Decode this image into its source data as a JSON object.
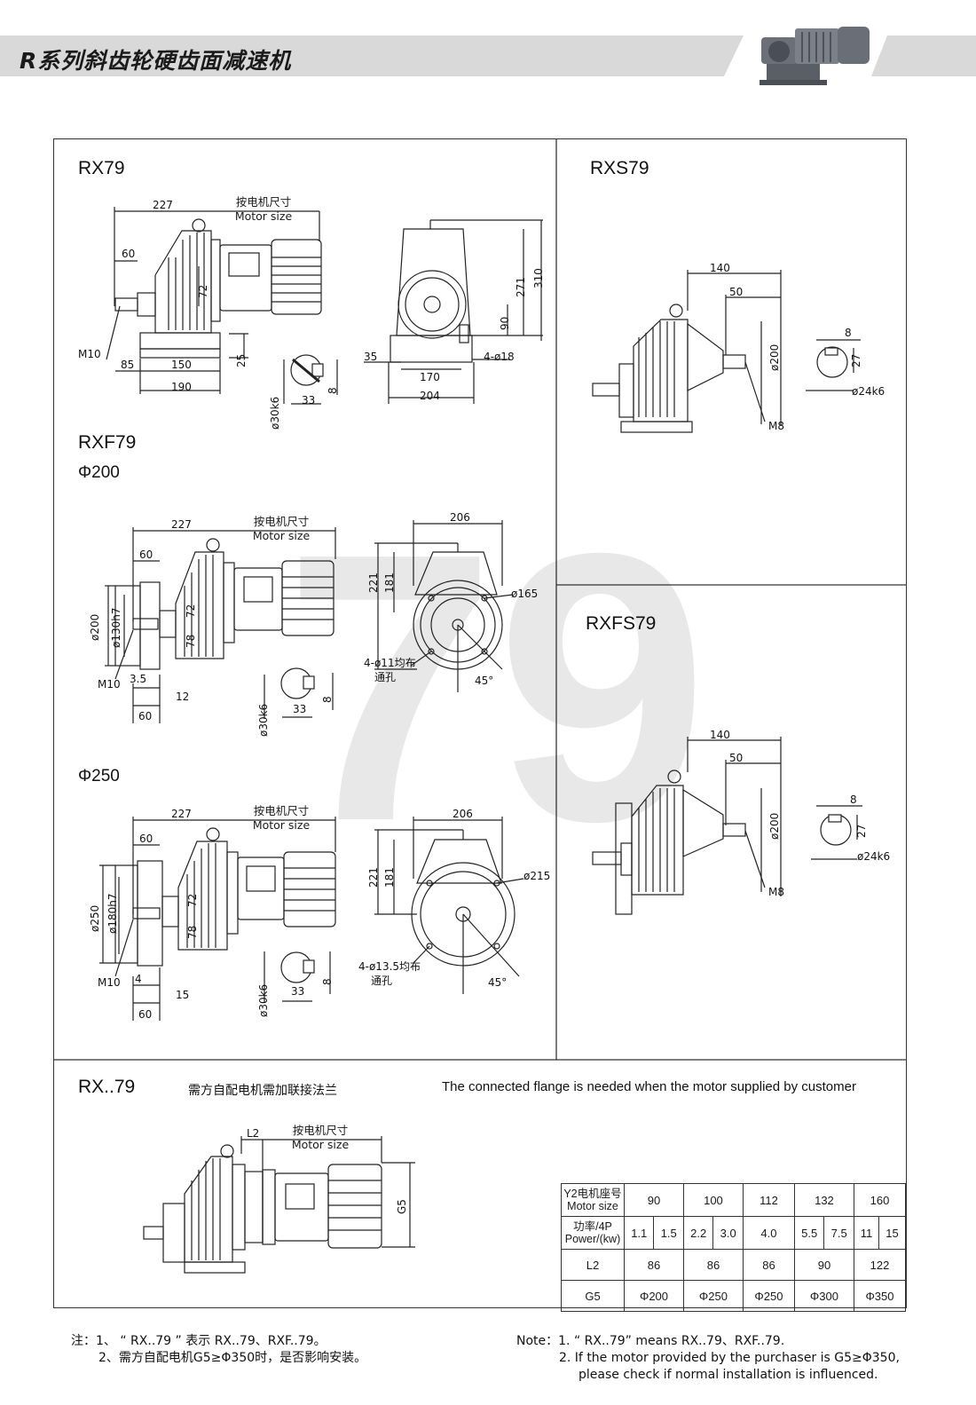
{
  "header": {
    "title": "R系列斜齿轮硬齿面减速机"
  },
  "watermark": {
    "digits": "79"
  },
  "panels": {
    "rx79": {
      "label": "RX79",
      "motor_size_cn": "按电机尺寸",
      "motor_size_en": "Motor size",
      "dims": {
        "d227": "227",
        "d60": "60",
        "d72": "72",
        "m10": "M10",
        "d85": "85",
        "d150": "150",
        "d190": "190",
        "d25": "25",
        "d33": "33",
        "d8": "8",
        "shaft": "ø30k6",
        "d271": "271",
        "d310": "310",
        "d90": "90",
        "d35": "35",
        "d170": "170",
        "holes": "4-ø18",
        "d204": "204"
      }
    },
    "rxs79": {
      "label": "RXS79",
      "dims": {
        "d140": "140",
        "d50": "50",
        "d200": "ø200",
        "m8": "M8",
        "d8": "8",
        "d27": "27",
        "shaft": "ø24k6"
      }
    },
    "rxf79": {
      "label": "RXF79",
      "phi200": {
        "label": "Φ200",
        "motor_size_cn": "按电机尺寸",
        "motor_size_en": "Motor size",
        "dims": {
          "d227": "227",
          "d60": "60",
          "d200": "ø200",
          "d130": "ø130h7",
          "d72": "72",
          "d78": "78",
          "m10": "M10",
          "d35": "3.5",
          "d12": "12",
          "d60b": "60",
          "d33": "33",
          "d8": "8",
          "shaft": "ø30k6",
          "d206": "206",
          "d221": "221",
          "d181": "181",
          "d165": "ø165",
          "holes": "4-ø11均布",
          "thru": "通孔",
          "angle": "45°"
        }
      },
      "phi250": {
        "label": "Φ250",
        "motor_size_cn": "按电机尺寸",
        "motor_size_en": "Motor size",
        "dims": {
          "d227": "227",
          "d60": "60",
          "d250": "ø250",
          "d180": "ø180h7",
          "d72": "72",
          "d78": "78",
          "m10": "M10",
          "d4": "4",
          "d15": "15",
          "d60b": "60",
          "d33": "33",
          "d8": "8",
          "shaft": "ø30k6",
          "d206": "206",
          "d221": "221",
          "d181": "181",
          "d215": "ø215",
          "holes": "4-ø13.5均布",
          "thru": "通孔",
          "angle": "45°"
        }
      }
    },
    "rxfs79": {
      "label": "RXFS79",
      "dims": {
        "d140": "140",
        "d50": "50",
        "d200": "ø200",
        "m8": "M8",
        "d8": "8",
        "d27": "27",
        "shaft": "ø24k6"
      }
    },
    "rx_dot79": {
      "label": "RX..79",
      "note_cn": "需方自配电机需加联接法兰",
      "note_en": "The connected flange is needed when the motor supplied by customer",
      "motor_size_cn": "按电机尺寸",
      "motor_size_en": "Motor size",
      "dims": {
        "l2": "L2",
        "g5": "G5"
      }
    }
  },
  "spec_table": {
    "row_motor": {
      "label_cn": "Y2电机座号",
      "label_en": "Motor size",
      "values": [
        "90",
        "100",
        "112",
        "132",
        "160"
      ]
    },
    "row_power": {
      "label_cn": "功率/4P",
      "label_en": "Power/(kw)",
      "values": [
        "1.1",
        "1.5",
        "2.2",
        "3.0",
        "4.0",
        "5.5",
        "7.5",
        "11",
        "15"
      ]
    },
    "row_l2": {
      "label": "L2",
      "values": [
        "86",
        "86",
        "86",
        "90",
        "122"
      ]
    },
    "row_g5": {
      "label": "G5",
      "values": [
        "Φ200",
        "Φ250",
        "Φ250",
        "Φ300",
        "Φ350"
      ]
    }
  },
  "notes": {
    "cn_title": "注：",
    "cn_1": "1、 “ RX..79 ” 表示 RX..79、RXF..79。",
    "cn_2": "2、需方自配电机G5≥Φ350时，是否影响安装。",
    "en_title": "Note：",
    "en_1": "1. “ RX..79” means RX..79、RXF..79.",
    "en_2": "2. If the motor provided by the purchaser is G5≥Φ350,",
    "en_3": "please check if normal installation is influenced."
  },
  "colors": {
    "banner": "#d9d9d9",
    "line": "#333333",
    "watermark": "#e8e8e8"
  }
}
